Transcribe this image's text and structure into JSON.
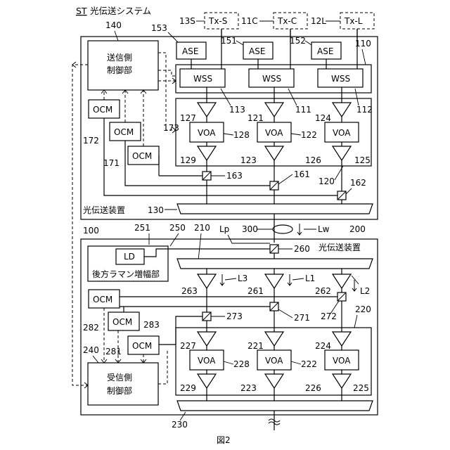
{
  "title": {
    "code": "ST",
    "name": "光伝送システム"
  },
  "figure_caption": "図2",
  "transmitters": {
    "tx_s": "Tx-S",
    "tx_c": "Tx-C",
    "tx_l": "Tx-L"
  },
  "tx_refs": {
    "s": "13S",
    "c": "11C",
    "l": "12L"
  },
  "tx_device": {
    "ref": "100",
    "label": "光伝送装置",
    "controller_ref": "140",
    "controller": [
      "送信側",
      "制御部"
    ],
    "ase": "ASE",
    "ase_refs": {
      "s": "153",
      "c": "151",
      "l": "152"
    },
    "wss": "WSS",
    "wss_refs": {
      "group": "110",
      "s": "113",
      "c": "111",
      "l": "112"
    },
    "amp_group_ref": "120",
    "ocm": "OCM",
    "ocm_refs": {
      "a": "172",
      "b": "171",
      "c": "173"
    },
    "voa": "VOA",
    "voa_refs": {
      "s": "128",
      "c": "122",
      "l": "125"
    },
    "amp_refs": {
      "s_in": "127",
      "c_in": "121",
      "l_in": "124",
      "s_out": "129",
      "c_out": "123",
      "l_out": "126"
    },
    "voa_ref_l": "125",
    "tap_refs": {
      "s": "163",
      "c": "161",
      "l": "162"
    },
    "mux_ref": "130"
  },
  "fiber": {
    "ref": "300",
    "lp": "Lp",
    "lw": "Lw"
  },
  "rx_device": {
    "ref": "200",
    "label": "光伝送装置",
    "raman_ref": "250",
    "raman": "後方ラマン増幅部",
    "ld": "LD",
    "ld_ref": "251",
    "demux_in_ref": "210",
    "coupler_ref": "260",
    "amp_refs": {
      "s": "263",
      "c": "261",
      "l": "262"
    },
    "band_labels": {
      "s": "L3",
      "c": "L1",
      "l": "L2"
    },
    "ocm": "OCM",
    "ocm_refs": {
      "a": "282",
      "b": "281",
      "c": "283"
    },
    "tap_refs": {
      "s": "273",
      "c": "271",
      "l": "272"
    },
    "amp_group_ref": "220",
    "controller_ref": "240",
    "controller": [
      "受信側",
      "制御部"
    ],
    "voa": "VOA",
    "voa_refs": {
      "s": "228",
      "c": "222",
      "l": "225"
    },
    "stage_refs": {
      "s_in": "227",
      "c_in": "221",
      "l_in": "224",
      "s_out": "229",
      "c_out": "223",
      "l_out": "226"
    },
    "demux_ref": "230"
  }
}
